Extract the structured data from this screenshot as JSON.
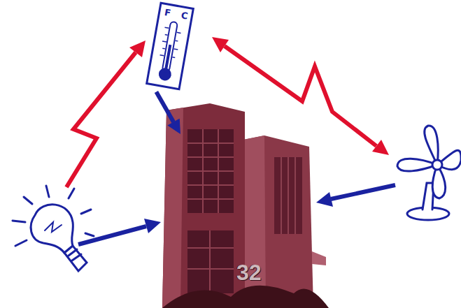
{
  "diagram": {
    "nodes": [
      {
        "text": [
          "F",
          "C"
        ]
      },
      {
        "text": [
          "32"
        ]
      }
    ],
    "edges": [
      {
        "from": 0,
        "to": 1,
        "arrow": "to"
      }
    ]
  }
}
